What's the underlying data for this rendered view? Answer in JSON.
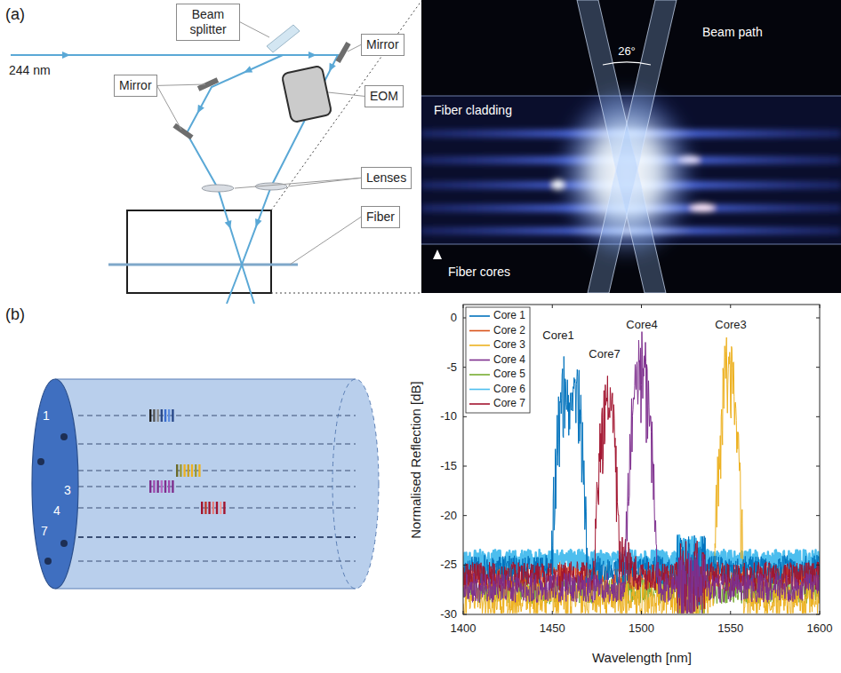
{
  "diagram": {
    "nodes": [
      {
        "text": [
          "Beam splitter"
        ]
      },
      {
        "text": [
          "Mirror"
        ]
      },
      {
        "text": [
          "Mirror"
        ]
      },
      {
        "text": [
          "EOM"
        ]
      },
      {
        "text": [
          "Lenses"
        ]
      },
      {
        "text": [
          "Fiber"
        ]
      }
    ],
    "labels": [
      "(a)",
      "244 nm",
      "Beam path",
      "26°",
      "Fiber cladding",
      "Fiber cores",
      "(b)",
      "1",
      "4",
      "3",
      "7",
      "Normalised Reflection [dB]",
      "Wavelength [nm]",
      "0",
      "-5",
      "-10",
      "-15",
      "-20",
      "-25",
      "-30",
      "1400",
      "1450",
      "1500",
      "1550",
      "1600",
      "Core1",
      "Core7",
      "Core4",
      "Core3"
    ],
    "legend": [
      {
        "text": "Core 1"
      },
      {
        "text": "Core 2"
      },
      {
        "text": "Core 3"
      },
      {
        "text": "Core 4"
      },
      {
        "text": "Core 5"
      },
      {
        "text": "Core 6"
      },
      {
        "text": "Core 7"
      }
    ]
  }
}
